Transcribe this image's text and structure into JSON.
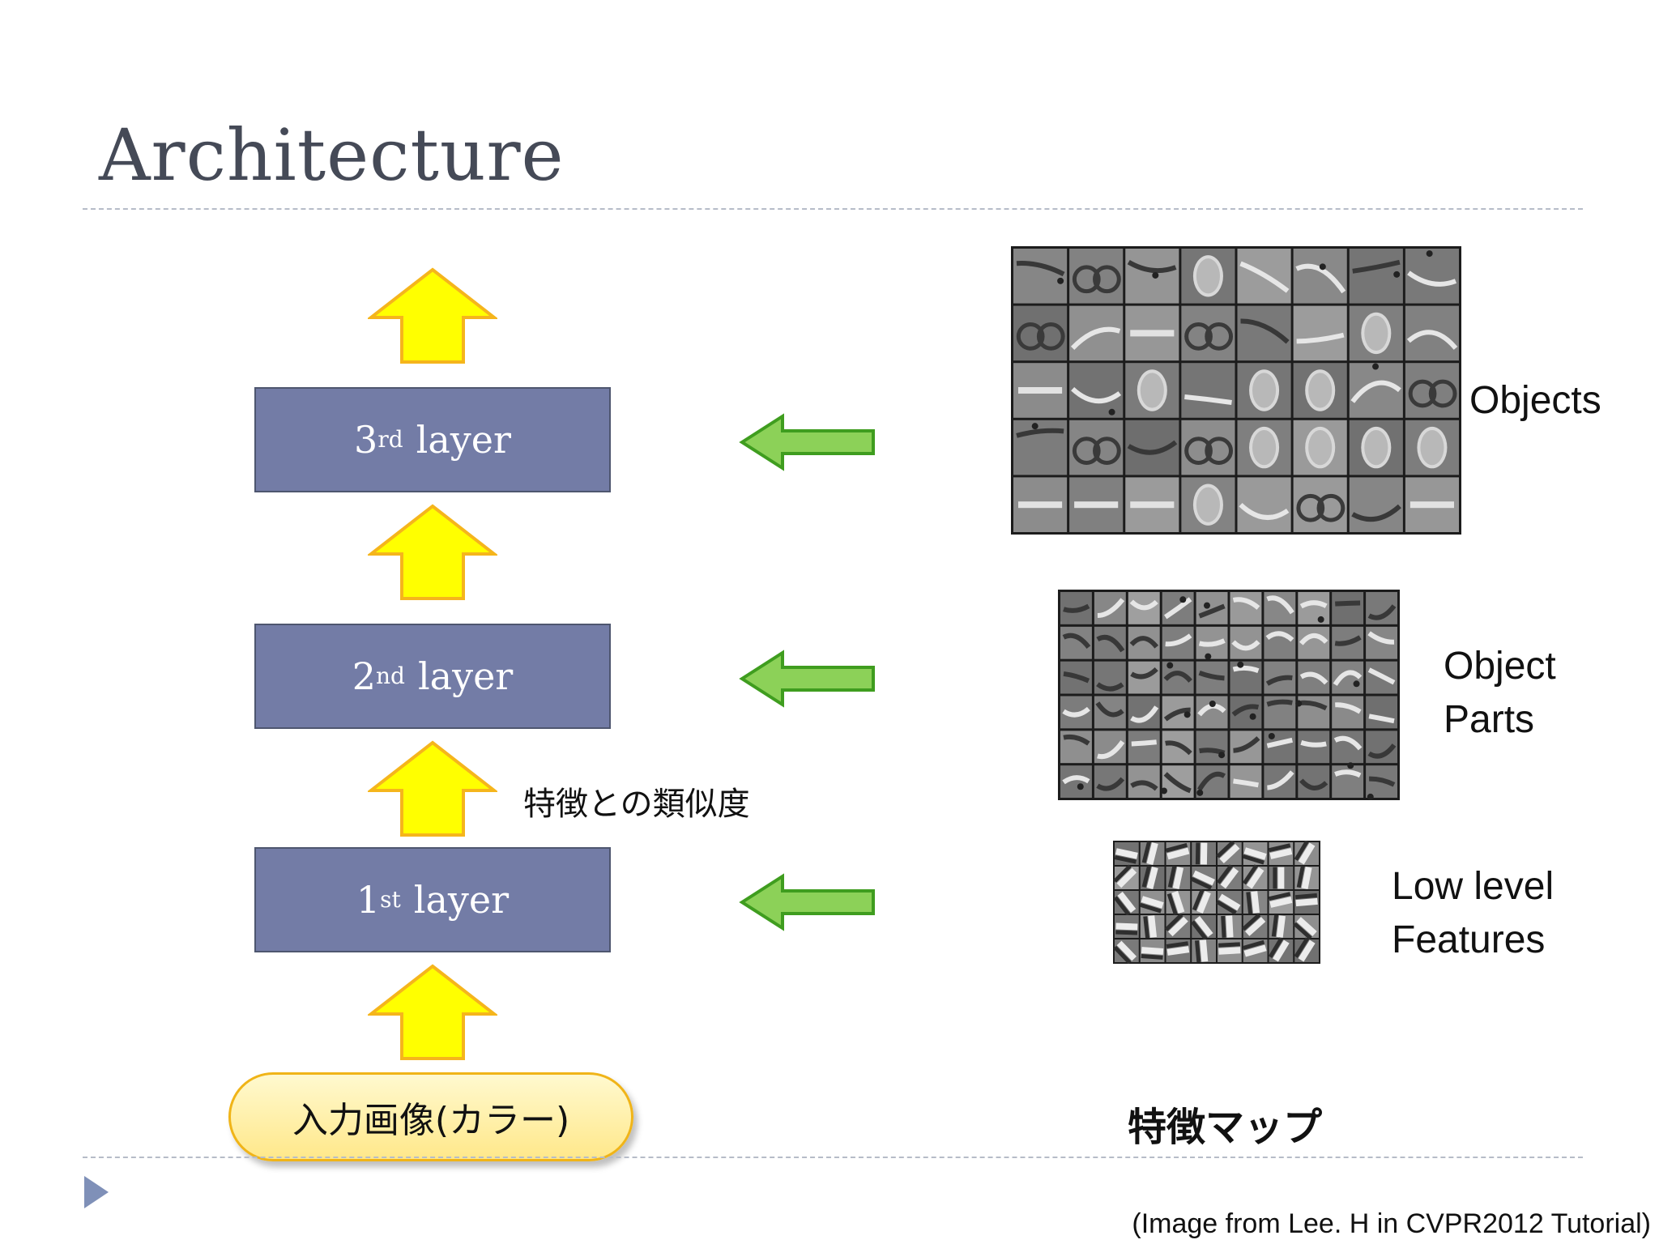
{
  "slide": {
    "title": "Architecture",
    "layers": [
      {
        "num": "1",
        "sup": "st",
        "name": "layer"
      },
      {
        "num": "2",
        "sup": "nd",
        "name": "layer"
      },
      {
        "num": "3",
        "sup": "rd",
        "name": "layer"
      }
    ],
    "input_label": "入力画像(カラー)",
    "similarity_label": "特徴との類似度",
    "feature_map_label": "特徴マップ",
    "feature_labels": {
      "objects": [
        "Objects"
      ],
      "parts": [
        "Object",
        "Parts"
      ],
      "low": [
        "Low level",
        "Features"
      ]
    },
    "credit": "(Image from Lee. H in CVPR2012 Tutorial)",
    "colors": {
      "layer_box": "#737ca6",
      "up_arrow_fill": "#ffff00",
      "up_arrow_stroke": "#f5b51c",
      "left_arrow_fill": "#8cd158",
      "left_arrow_stroke": "#3f9d1f",
      "title": "#454a57",
      "bullet": "#7f90b8"
    },
    "icons": [
      "up-arrow-icon",
      "left-arrow-icon",
      "bullet-triangle-icon"
    ]
  }
}
